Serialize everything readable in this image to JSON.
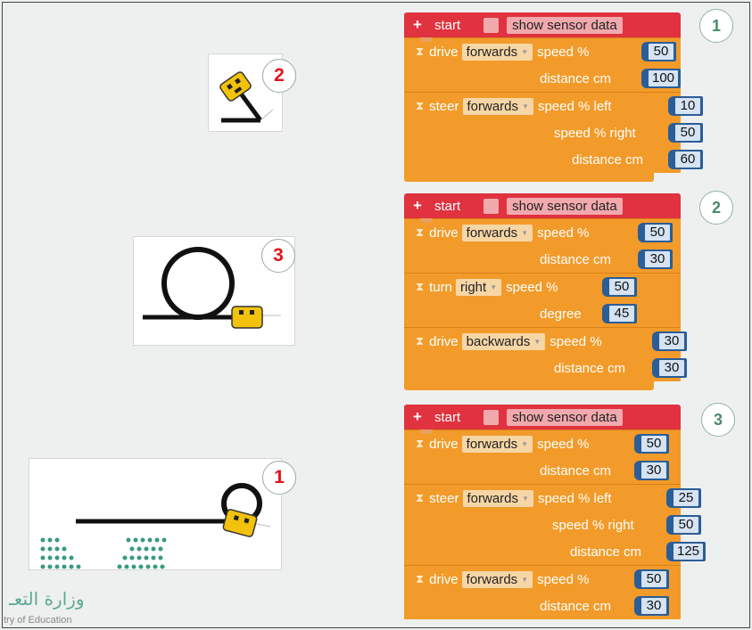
{
  "programs": [
    {
      "badge": "1",
      "start_label": "start",
      "sensor_label": "show sensor data",
      "commands": [
        {
          "verb": "drive",
          "direction": "forwards",
          "rows": [
            {
              "label": "speed %",
              "value": "50"
            },
            {
              "label": "distance cm",
              "value": "100"
            }
          ]
        },
        {
          "verb": "steer",
          "direction": "forwards",
          "rows": [
            {
              "label": "speed %  left",
              "value": "10"
            },
            {
              "label": "speed %  right",
              "value": "50"
            },
            {
              "label": "distance cm",
              "value": "60"
            }
          ]
        }
      ]
    },
    {
      "badge": "2",
      "start_label": "start",
      "sensor_label": "show sensor data",
      "commands": [
        {
          "verb": "drive",
          "direction": "forwards",
          "rows": [
            {
              "label": "speed %",
              "value": "50"
            },
            {
              "label": "distance cm",
              "value": "30"
            }
          ]
        },
        {
          "verb": "turn",
          "direction": "right",
          "rows": [
            {
              "label": "speed %",
              "value": "50"
            },
            {
              "label": "degree",
              "value": "45"
            }
          ]
        },
        {
          "verb": "drive",
          "direction": "backwards",
          "rows": [
            {
              "label": "speed %",
              "value": "30"
            },
            {
              "label": "distance cm",
              "value": "30"
            }
          ]
        }
      ]
    },
    {
      "badge": "3",
      "start_label": "start",
      "sensor_label": "show sensor data",
      "commands": [
        {
          "verb": "drive",
          "direction": "forwards",
          "rows": [
            {
              "label": "speed %",
              "value": "50"
            },
            {
              "label": "distance cm",
              "value": "30"
            }
          ]
        },
        {
          "verb": "steer",
          "direction": "forwards",
          "rows": [
            {
              "label": "speed %  left",
              "value": "25"
            },
            {
              "label": "speed %  right",
              "value": "50"
            },
            {
              "label": "distance cm",
              "value": "125"
            }
          ]
        },
        {
          "verb": "drive",
          "direction": "forwards",
          "rows": [
            {
              "label": "speed %",
              "value": "50"
            },
            {
              "label": "distance cm",
              "value": "30"
            }
          ]
        }
      ]
    }
  ],
  "pictures": [
    {
      "badge": "2"
    },
    {
      "badge": "3"
    },
    {
      "badge": "1"
    }
  ],
  "logo": {
    "arabic": "وزارة التعـ",
    "english": "try of Education"
  },
  "colors": {
    "start": "#e0323f",
    "block": "#f29b2a",
    "number": "#2b5d97",
    "badge_red": "#e4141a",
    "badge_green": "#4a8a6a"
  }
}
